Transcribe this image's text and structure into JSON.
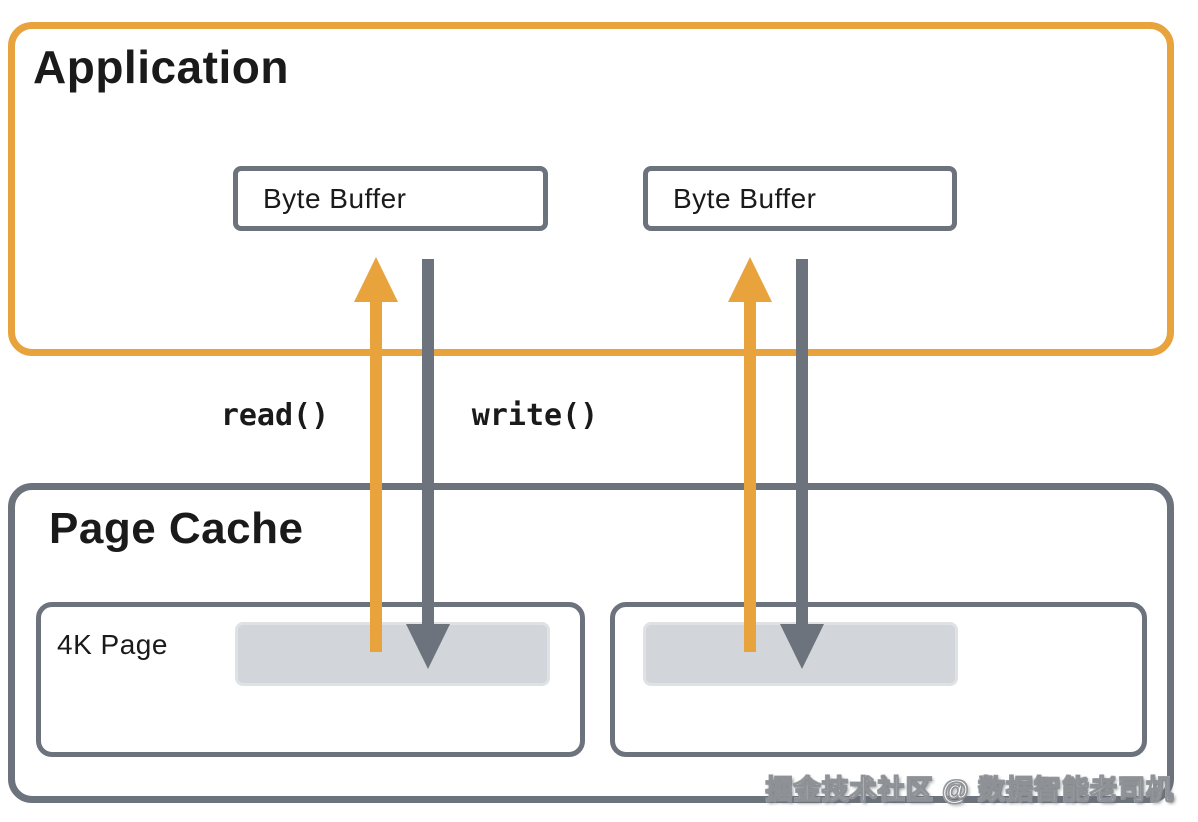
{
  "application": {
    "title": "Application",
    "byte_buffer_left": "Byte Buffer",
    "byte_buffer_right": "Byte Buffer"
  },
  "operations": {
    "read_label": "read()",
    "write_label": "write()"
  },
  "page_cache": {
    "title": "Page Cache",
    "page_label": "4K Page"
  },
  "watermark": "掘金技术社区 @ 数据智能老司机",
  "colors": {
    "accent_orange": "#E8A33D",
    "slate_gray": "#6D737D",
    "page_fill": "#D2D6DA",
    "page_fill_edge": "#DFE2E5",
    "text_color": "#1A1A1A"
  }
}
